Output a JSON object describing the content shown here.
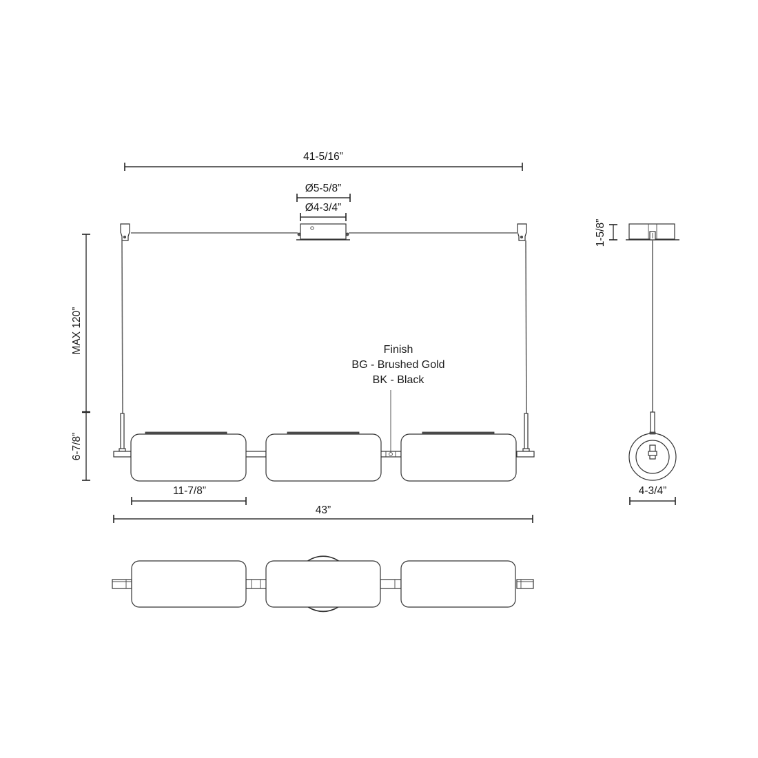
{
  "drawing": {
    "title": "Linear pendant technical drawing",
    "views": [
      "front-elevation",
      "side-elevation",
      "top-plan"
    ]
  },
  "dimensions": {
    "canopy_span": "41-5/16”",
    "canopy_outer_diameter": "Ø5-5/8”",
    "canopy_inner_diameter": "Ø4-3/4”",
    "max_drop": "MAX 120”",
    "fixture_height": "6-7/8”",
    "shade_width": "11-7/8”",
    "overall_length": "43”",
    "canopy_height": "1-5/8”",
    "fixture_depth": "4-3/4”"
  },
  "finish_note": {
    "heading": "Finish",
    "options": [
      "BG - Brushed Gold",
      "BK - Black"
    ]
  },
  "colors": {
    "line": "#333333",
    "cable": "#666666",
    "background": "#ffffff"
  }
}
